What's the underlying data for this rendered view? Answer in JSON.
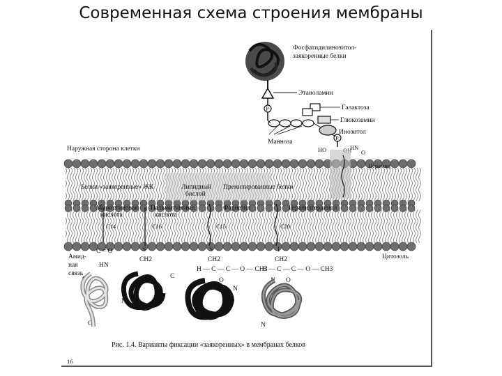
{
  "slide": {
    "title": "Современная схема строения мембраны"
  },
  "figure": {
    "top_labels": {
      "gpi": "Фосфатидилинозитол-",
      "gpi2": "заякоренные белки",
      "ethanolamine": "Этаноламин",
      "galactose": "Галактоза",
      "glucosamine": "Глюкозамин",
      "inositol": "Инозитол",
      "mannose": "Манноза",
      "p1": "P",
      "p2": "P",
      "ho": "HO",
      "oh": "OH",
      "hn": "HN",
      "o_top": "O"
    },
    "membrane_labels": {
      "outer_side": "Наружная сторона клетки",
      "ceramide": "Церамид",
      "anchored_proteins": "Белки «заякоренные» ЖК",
      "lipid_layer": "Липидный",
      "lipid_layer2": "бислой",
      "prenylated": "Пренилированные белки",
      "myristic": "Миристиновая",
      "myristic2": "кислота",
      "palmitic": "Пальмитиновая",
      "palmitic2": "кислота",
      "farnesyl": "Фарнезил",
      "geranylgeranyl": "Геранилгераниол",
      "c14": "C14",
      "c16": "C16",
      "c15": "C15",
      "c20": "C20",
      "cytosol": "Цитозоль"
    },
    "chem_labels": {
      "amide_bond": "Амид-",
      "amide_bond2": "ная",
      "amide_bond3": "связь",
      "co1": "C = O",
      "hn1": "HN",
      "s1": "S",
      "ch2": "CH2",
      "c_a": "C",
      "n_a": "N",
      "s2": "S",
      "ch2b": "CH2",
      "h_c_c": "H — C — C — O — CH3",
      "o_a": "O",
      "n_b": "N",
      "i_a": "I",
      "ch2c": "CH2",
      "h_c_c2": "H — C — C — O — CH3",
      "n_c": "N",
      "o_b": "O",
      "c_b": "C",
      "c_c": "C",
      "n_d": "N"
    },
    "caption": "Рис. 1.4. Варианты фиксации «заякоренных» в мембранах белков",
    "page_number": "16"
  },
  "colors": {
    "ink": "#111111",
    "membrane_head": "#6e6e6e",
    "membrane_tail": "#b5b5b5",
    "protein_dark": "#1a1a1a",
    "protein_mid": "#555555",
    "protein_light": "#d0d0d0"
  }
}
